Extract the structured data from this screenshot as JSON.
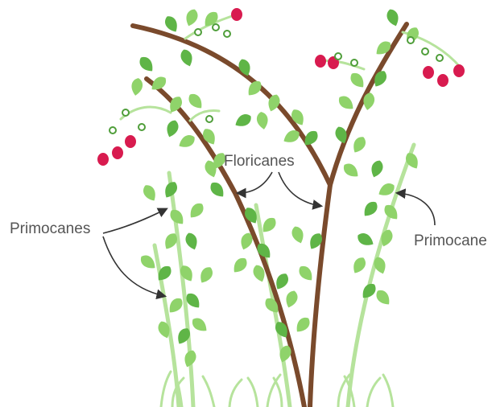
{
  "labels": {
    "floricanes": "Floricanes",
    "primocanes_left": "Primocanes",
    "primocane_right": "Primocane"
  },
  "colors": {
    "floricane": "#7a4a2c",
    "primocane": "#b6e39c",
    "leaf": "#8fd36a",
    "leaf_dark": "#5fb547",
    "berry": "#d81b4f",
    "label_text": "#555555",
    "arrow": "#333333",
    "background": "#ffffff"
  }
}
